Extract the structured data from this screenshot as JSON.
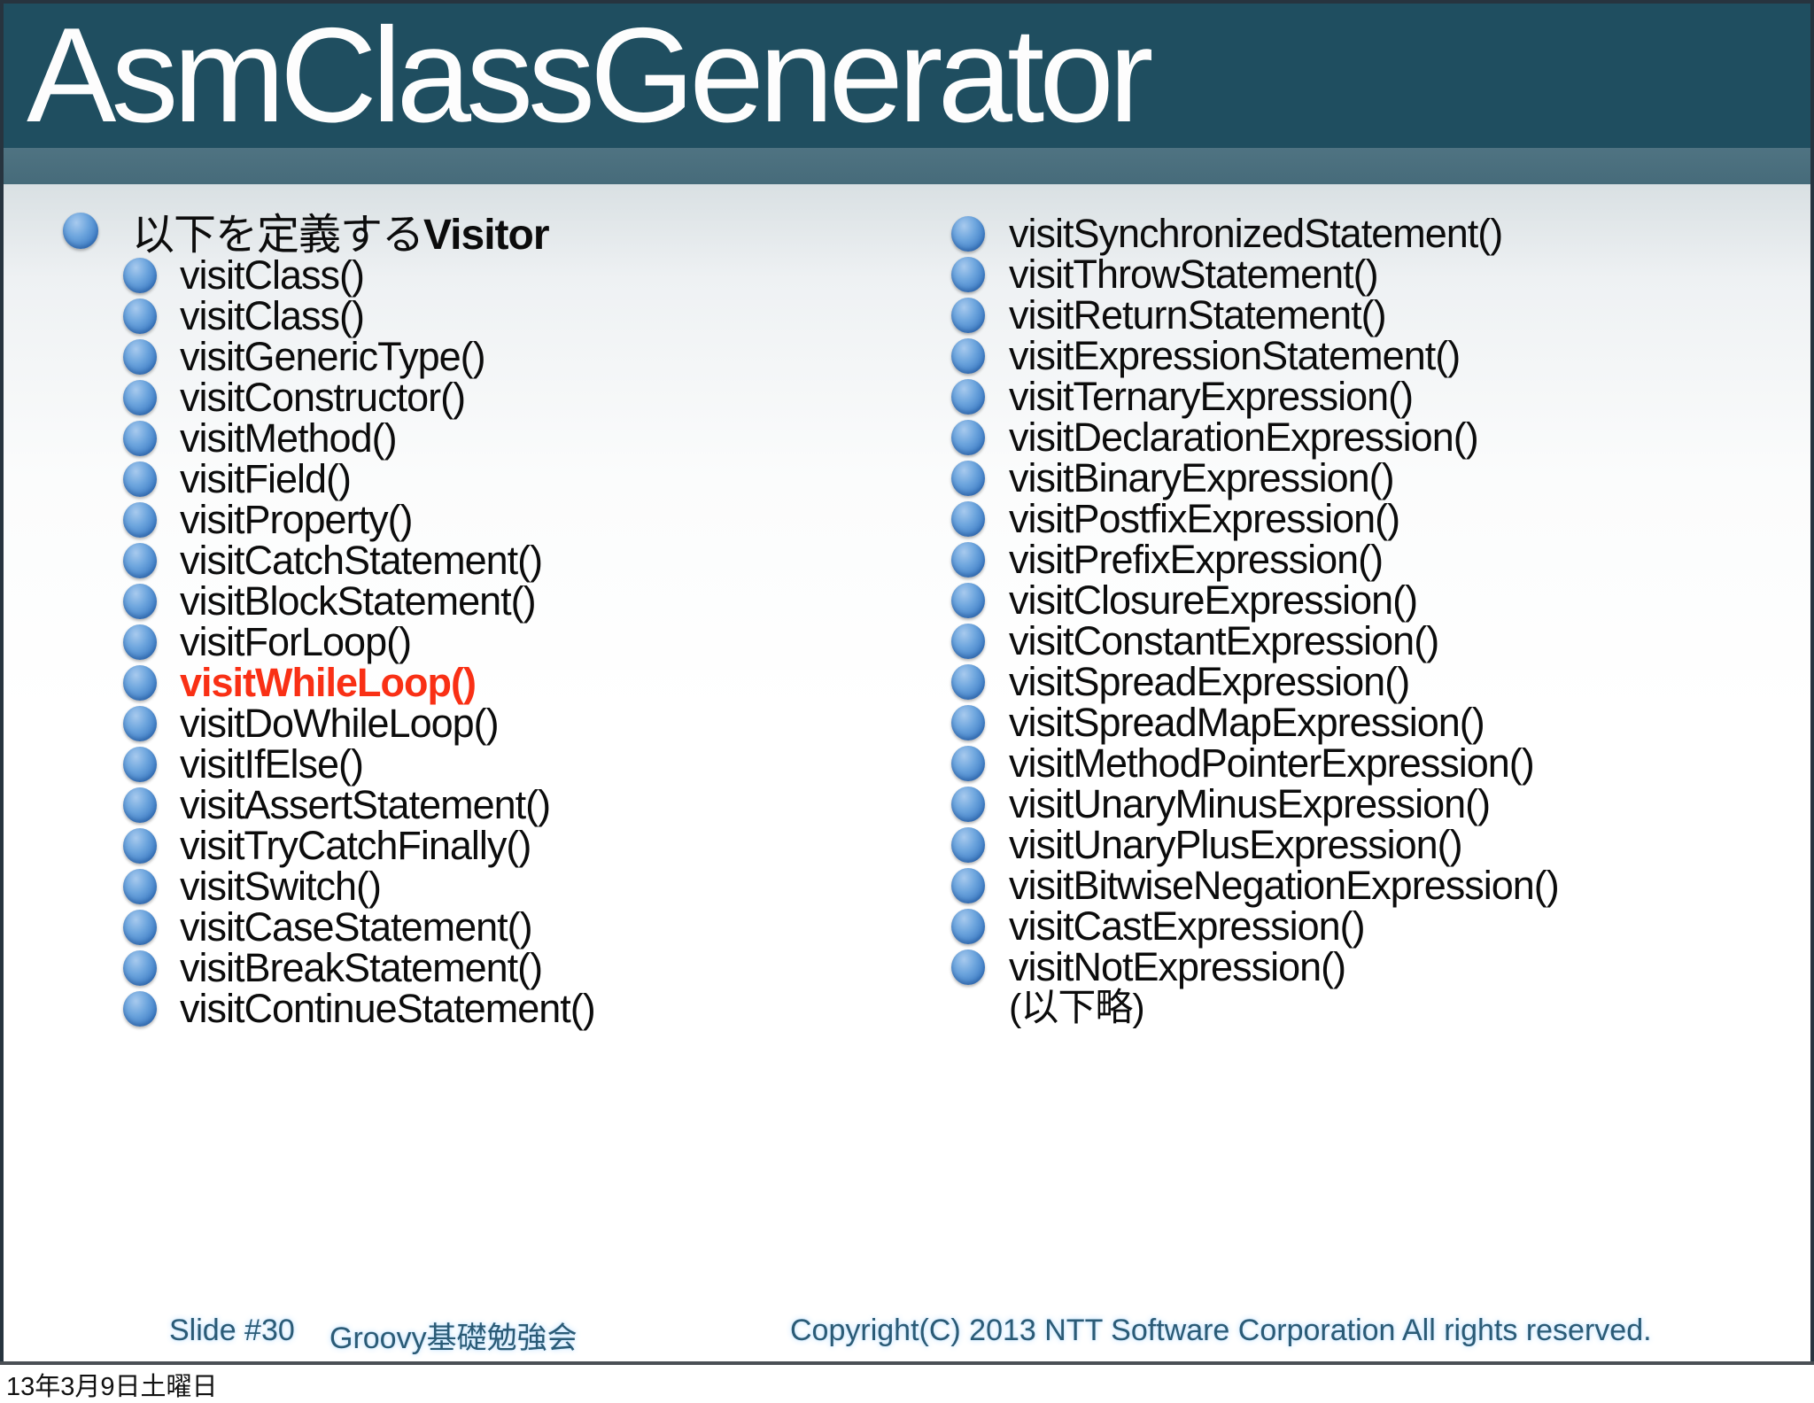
{
  "title": "AsmClassGenerator",
  "colors": {
    "title_band": "#1f4e60",
    "sub_band": "#4b6f7e",
    "bullet_blue": "#3d7cc5",
    "highlight_red": "#f93015",
    "footer_teal": "#2b5b76",
    "border_dark": "#27343f"
  },
  "left_column": {
    "header_plain": "以下を定義する",
    "header_bold": "Visitor",
    "items": [
      {
        "label": "visitClass()"
      },
      {
        "label": "visitClass()"
      },
      {
        "label": "visitGenericType()"
      },
      {
        "label": "visitConstructor()"
      },
      {
        "label": "visitMethod()"
      },
      {
        "label": "visitField()"
      },
      {
        "label": "visitProperty()"
      },
      {
        "label": "visitCatchStatement()"
      },
      {
        "label": "visitBlockStatement()"
      },
      {
        "label": "visitForLoop()"
      },
      {
        "label": "visitWhileLoop()",
        "highlight": true
      },
      {
        "label": "visitDoWhileLoop()"
      },
      {
        "label": "visitIfElse()"
      },
      {
        "label": "visitAssertStatement()"
      },
      {
        "label": "visitTryCatchFinally()"
      },
      {
        "label": "visitSwitch()"
      },
      {
        "label": "visitCaseStatement()"
      },
      {
        "label": "visitBreakStatement()"
      },
      {
        "label": "visitContinueStatement()"
      }
    ]
  },
  "right_column": {
    "items": [
      {
        "label": "visitSynchronizedStatement()"
      },
      {
        "label": "visitThrowStatement()"
      },
      {
        "label": "visitReturnStatement()"
      },
      {
        "label": "visitExpressionStatement()"
      },
      {
        "label": "visitTernaryExpression()"
      },
      {
        "label": "visitDeclarationExpression()"
      },
      {
        "label": "visitBinaryExpression()"
      },
      {
        "label": "visitPostfixExpression()"
      },
      {
        "label": "visitPrefixExpression()"
      },
      {
        "label": "visitClosureExpression()"
      },
      {
        "label": "visitConstantExpression()"
      },
      {
        "label": "visitSpreadExpression()"
      },
      {
        "label": "visitSpreadMapExpression()"
      },
      {
        "label": "visitMethodPointerExpression()"
      },
      {
        "label": "visitUnaryMinusExpression()"
      },
      {
        "label": "visitUnaryPlusExpression()"
      },
      {
        "label": "visitBitwiseNegationExpression()"
      },
      {
        "label": "visitCastExpression()"
      },
      {
        "label": "visitNotExpression()"
      }
    ],
    "note": "(以下略)"
  },
  "footer": {
    "slide_label": "Slide #30",
    "event_name": "Groovy基礎勉強会",
    "copyright": "Copyright(C) 2013 NTT Software Corporation All rights reserved."
  },
  "status_bar": {
    "date": "13年3月9日土曜日"
  }
}
